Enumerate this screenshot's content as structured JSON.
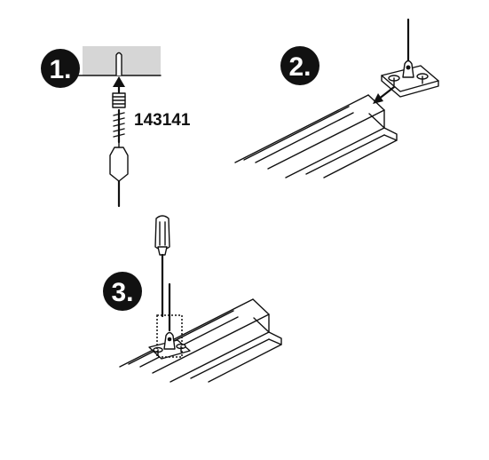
{
  "steps": [
    {
      "label": "1."
    },
    {
      "label": "2."
    },
    {
      "label": "3."
    }
  ],
  "part_number": "143141",
  "icons": {
    "ceiling": "ceiling-panel-icon",
    "anchor": "wall-anchor-icon",
    "screw": "screw-icon",
    "hook": "wire-hook-icon",
    "profile": "light-profile-icon",
    "clip": "suspension-clip-icon",
    "screwdriver": "screwdriver-icon"
  },
  "colors": {
    "line": "#111111",
    "ceiling_fill": "#d6d6d6",
    "badge": "#111111"
  }
}
